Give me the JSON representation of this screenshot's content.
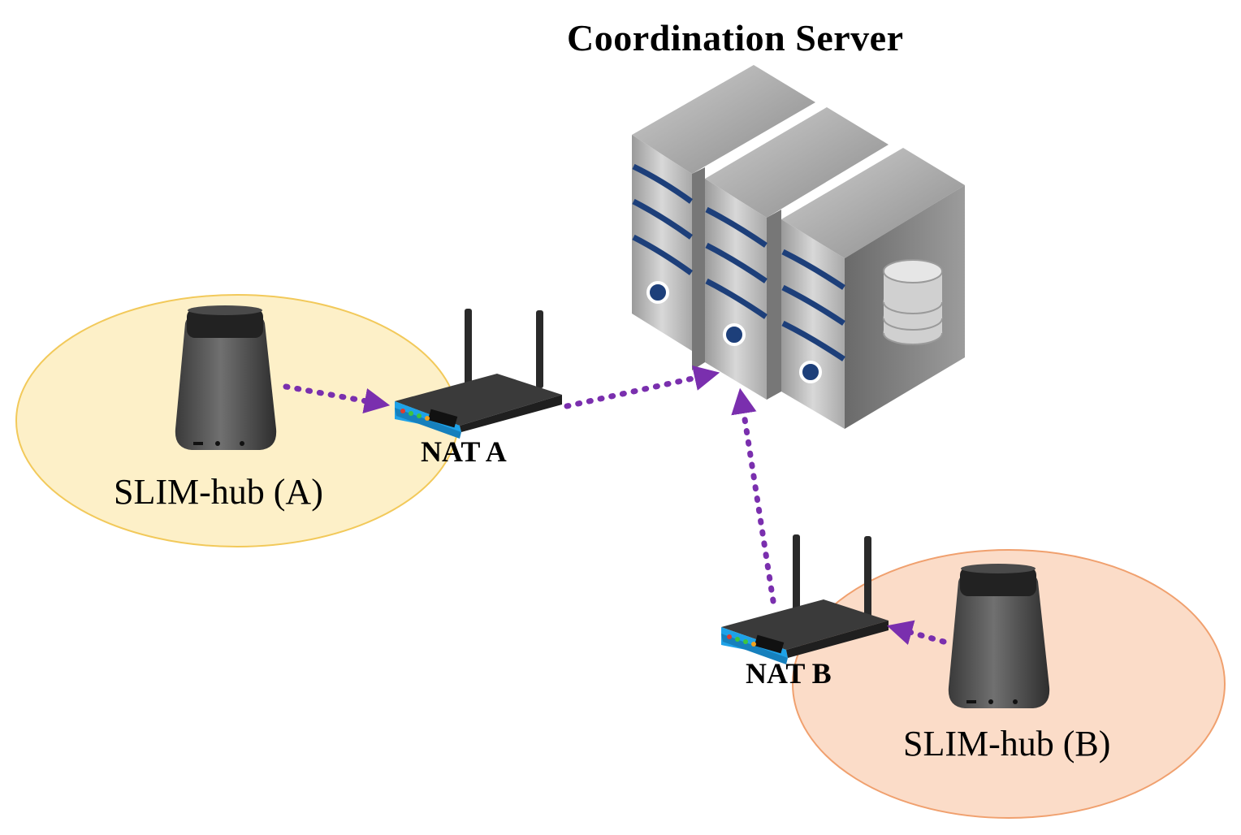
{
  "diagram": {
    "title": "Coordination Server",
    "nodes": {
      "server": {
        "icon": "server-rack-icon",
        "label": "Coordination Server"
      },
      "nat_a": {
        "icon": "wifi-router-icon",
        "label": "NAT A"
      },
      "nat_b": {
        "icon": "wifi-router-icon",
        "label": "NAT B"
      },
      "hub_a": {
        "icon": "smart-speaker-icon",
        "label": "SLIM-hub (A)"
      },
      "hub_b": {
        "icon": "smart-speaker-icon",
        "label": "SLIM-hub (B)"
      }
    },
    "edges": [
      {
        "from": "hub_a",
        "to": "nat_a",
        "style": "dotted-arrow"
      },
      {
        "from": "nat_a",
        "to": "server",
        "style": "dotted-arrow"
      },
      {
        "from": "nat_b",
        "to": "server",
        "style": "dotted-arrow"
      },
      {
        "from": "hub_b",
        "to": "nat_b",
        "style": "dotted-arrow"
      }
    ],
    "colors": {
      "arrow": "#7a2fae",
      "zone_a_fill": "#fdf0c8",
      "zone_a_stroke": "#f2c95a",
      "zone_b_fill": "#fbdcc8",
      "zone_b_stroke": "#f0a06e",
      "router_blue": "#1ea2e8",
      "server_stripe": "#1d3f7a"
    }
  }
}
